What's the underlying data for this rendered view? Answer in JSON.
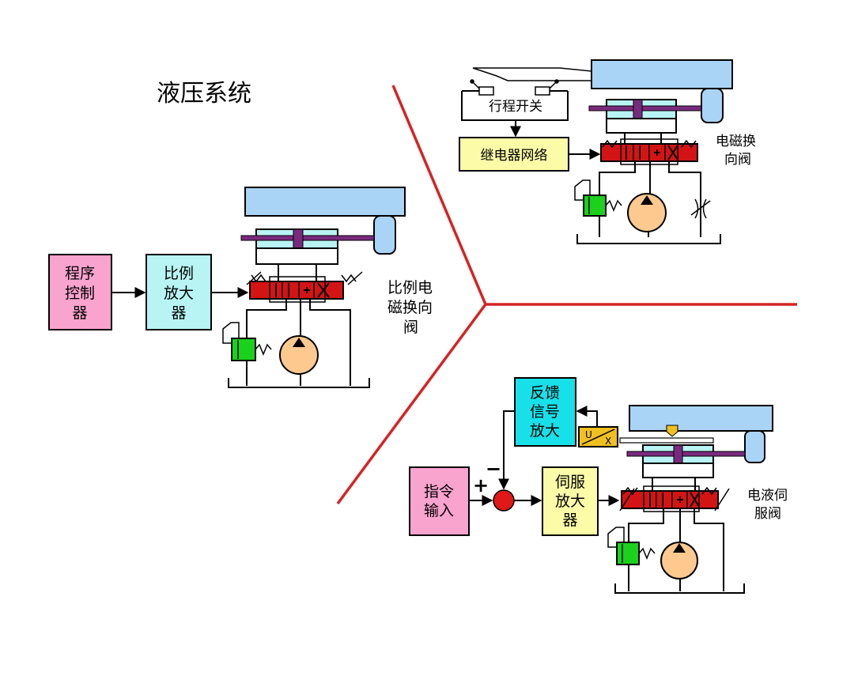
{
  "title": "液压系统",
  "colors": {
    "pink": "#f9a3cf",
    "cyan": "#b8f4f4",
    "yellow": "#fcfca8",
    "teal": "#18e0e8",
    "blue": "#aad4f6",
    "purple": "#7a2a7e",
    "red": "#d41414",
    "green": "#1bd11b",
    "peach": "#fdc98f",
    "divider": "#d42424"
  },
  "proportional": {
    "program_control": [
      "程序",
      "控制",
      "器"
    ],
    "amplifier": [
      "比例",
      "放大",
      "器"
    ],
    "valve_label": [
      "比例电",
      "磁换向",
      "阀"
    ]
  },
  "onoff": {
    "limit_switch": "行程开关",
    "relay_network": "继电器网络",
    "valve_label": [
      "电磁换",
      "向阀"
    ]
  },
  "servo": {
    "feedback": [
      "反馈",
      "信号",
      "放大"
    ],
    "command": [
      "指令",
      "输入"
    ],
    "amplifier": [
      "伺服",
      "放大",
      "器"
    ],
    "valve_label": [
      "电液伺",
      "服阀"
    ],
    "plus": "+",
    "minus": "−",
    "sensor_u": "U",
    "sensor_x": "X"
  }
}
